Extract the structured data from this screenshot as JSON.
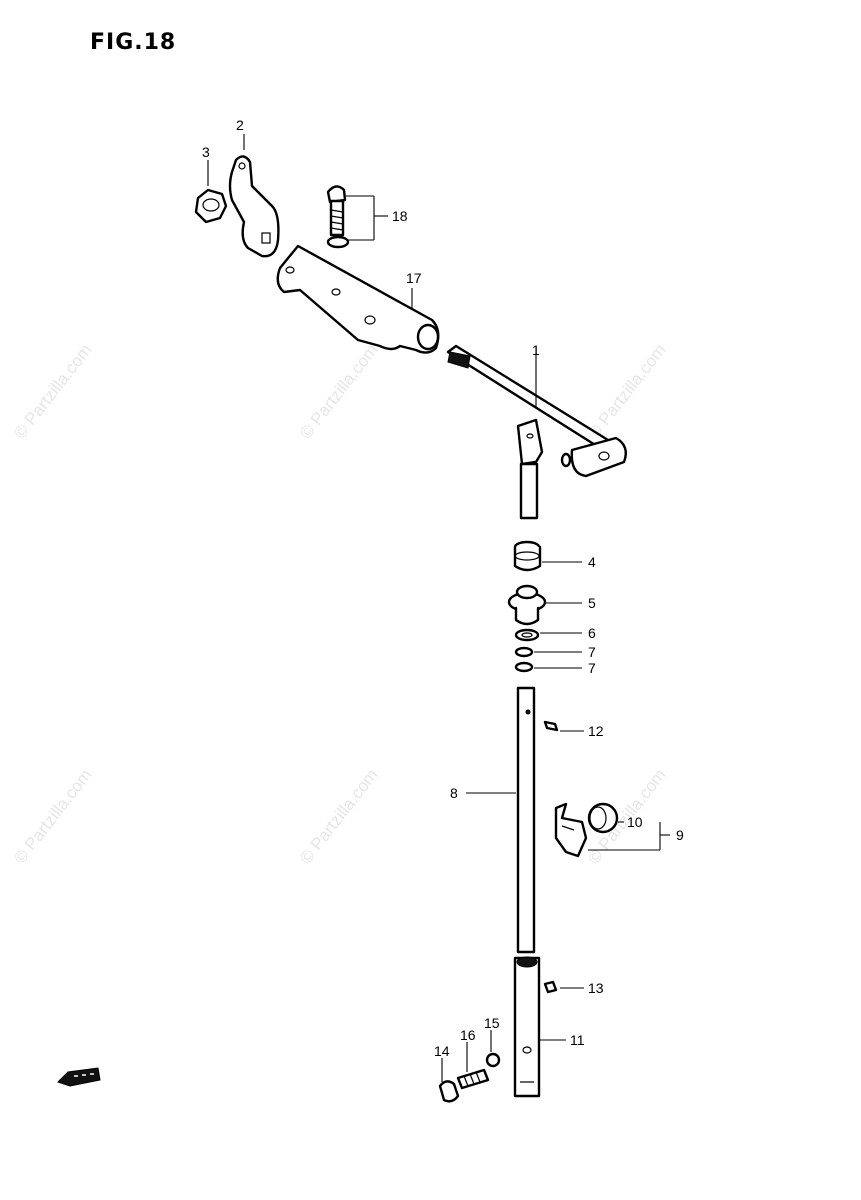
{
  "figure": {
    "title": "FIG.18"
  },
  "watermark": {
    "text": "© Partzilla.com"
  },
  "callouts": {
    "c1": "1",
    "c2": "2",
    "c3": "3",
    "c4": "4",
    "c5": "5",
    "c6": "6",
    "c7a": "7",
    "c7b": "7",
    "c8": "8",
    "c9": "9",
    "c10": "10",
    "c11": "11",
    "c12": "12",
    "c13": "13",
    "c14": "14",
    "c15": "15",
    "c16": "16",
    "c17": "17",
    "c18": "18"
  },
  "direction_arrow": {
    "icon": "front-direction-arrow-icon"
  }
}
